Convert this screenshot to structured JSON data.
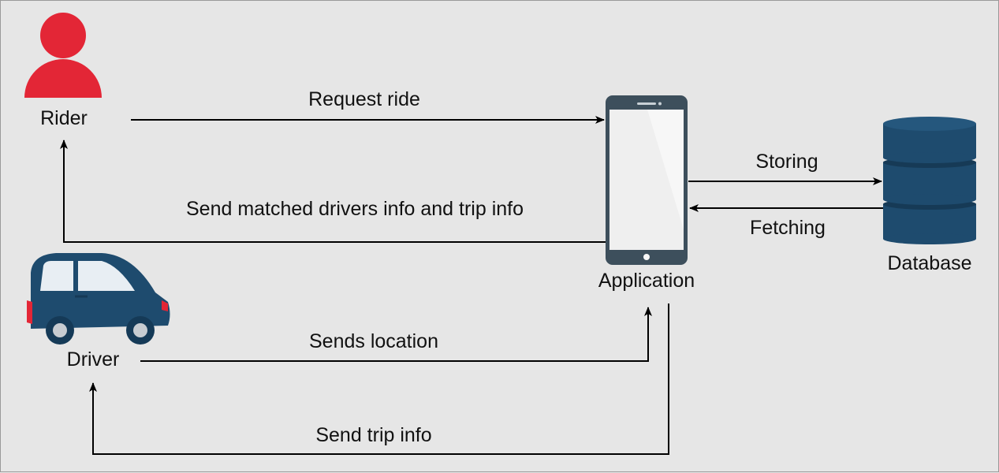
{
  "nodes": {
    "rider": {
      "label": "Rider",
      "icon": "person-icon"
    },
    "driver": {
      "label": "Driver",
      "icon": "car-icon"
    },
    "application": {
      "label": "Application",
      "icon": "smartphone-icon"
    },
    "database": {
      "label": "Database",
      "icon": "database-icon"
    }
  },
  "edges": {
    "request_ride": "Request ride",
    "send_matched": "Send matched drivers info and trip info",
    "sends_location": "Sends location",
    "send_trip_info": "Send trip info",
    "storing": "Storing",
    "fetching": "Fetching"
  },
  "colors": {
    "background": "#e6e6e6",
    "rider_red": "#e32636",
    "car_body": "#1e4b6e",
    "phone_frame": "#3d4f5c",
    "phone_screen": "#f7f7f7",
    "database": "#1e4b6e",
    "line": "#000000"
  }
}
